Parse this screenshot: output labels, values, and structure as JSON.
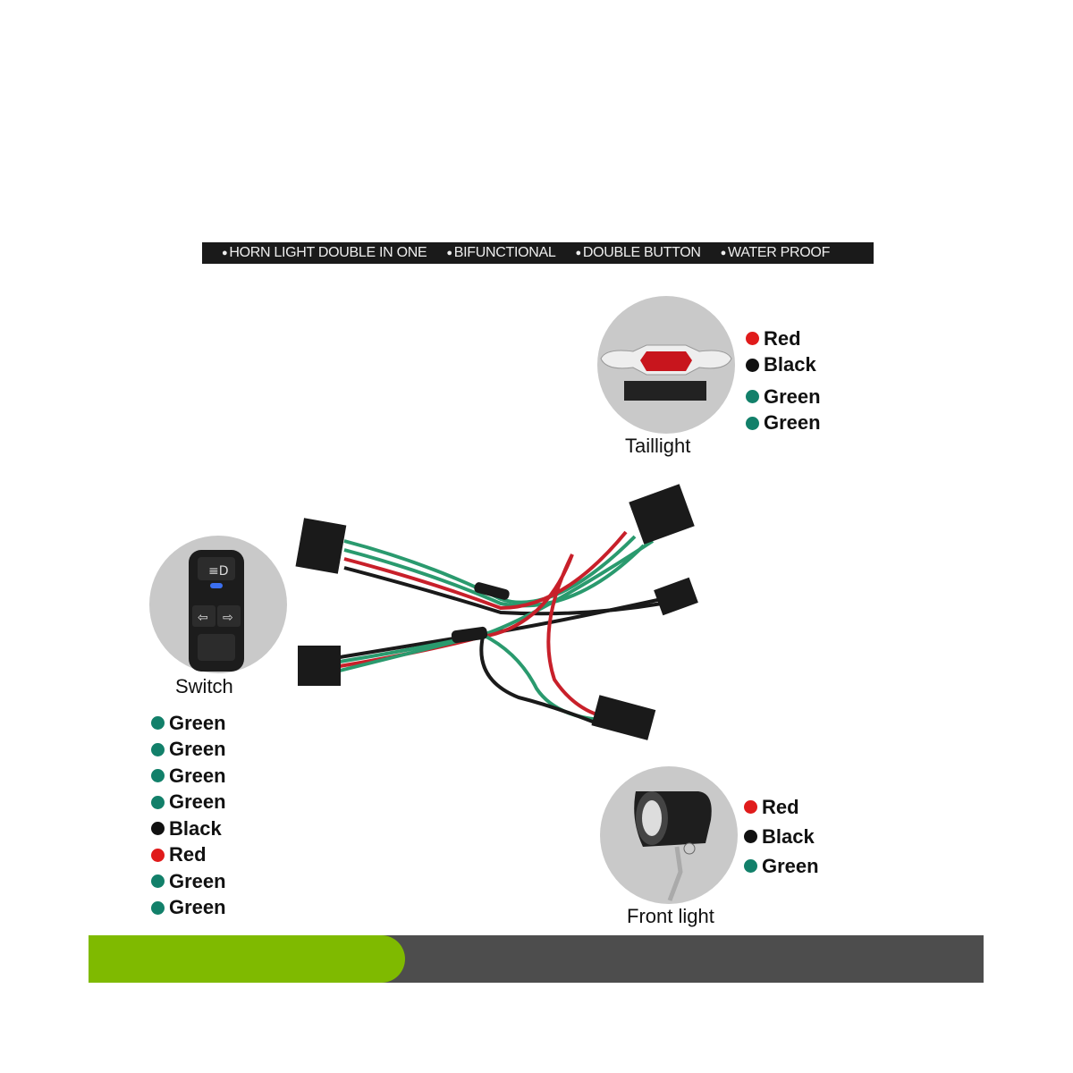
{
  "banner": {
    "features": [
      "HORN LIGHT DOUBLE IN ONE",
      "BIFUNCTIONAL",
      "DOUBLE BUTTON",
      "WATER PROOF"
    ]
  },
  "components": {
    "taillight": {
      "label": "Taillight",
      "wires": [
        {
          "name": "Red",
          "color": "#e01b1b"
        },
        {
          "name": "Black",
          "color": "#111111"
        },
        {
          "name": "Green",
          "color": "#12806a"
        },
        {
          "name": "Green",
          "color": "#12806a"
        }
      ]
    },
    "switch": {
      "label": "Switch",
      "wires": [
        {
          "name": "Green",
          "color": "#12806a"
        },
        {
          "name": "Green",
          "color": "#12806a"
        },
        {
          "name": "Green",
          "color": "#12806a"
        },
        {
          "name": "Green",
          "color": "#12806a"
        },
        {
          "name": "Black",
          "color": "#111111"
        },
        {
          "name": "Red",
          "color": "#e01b1b"
        },
        {
          "name": "Green",
          "color": "#12806a"
        },
        {
          "name": "Green",
          "color": "#12806a"
        }
      ]
    },
    "front_light": {
      "label": "Front light",
      "wires": [
        {
          "name": "Red",
          "color": "#e01b1b"
        },
        {
          "name": "Black",
          "color": "#111111"
        },
        {
          "name": "Green",
          "color": "#12806a"
        }
      ]
    }
  },
  "footer": {
    "accent": "#7fba00",
    "base": "#4d4d4d"
  }
}
